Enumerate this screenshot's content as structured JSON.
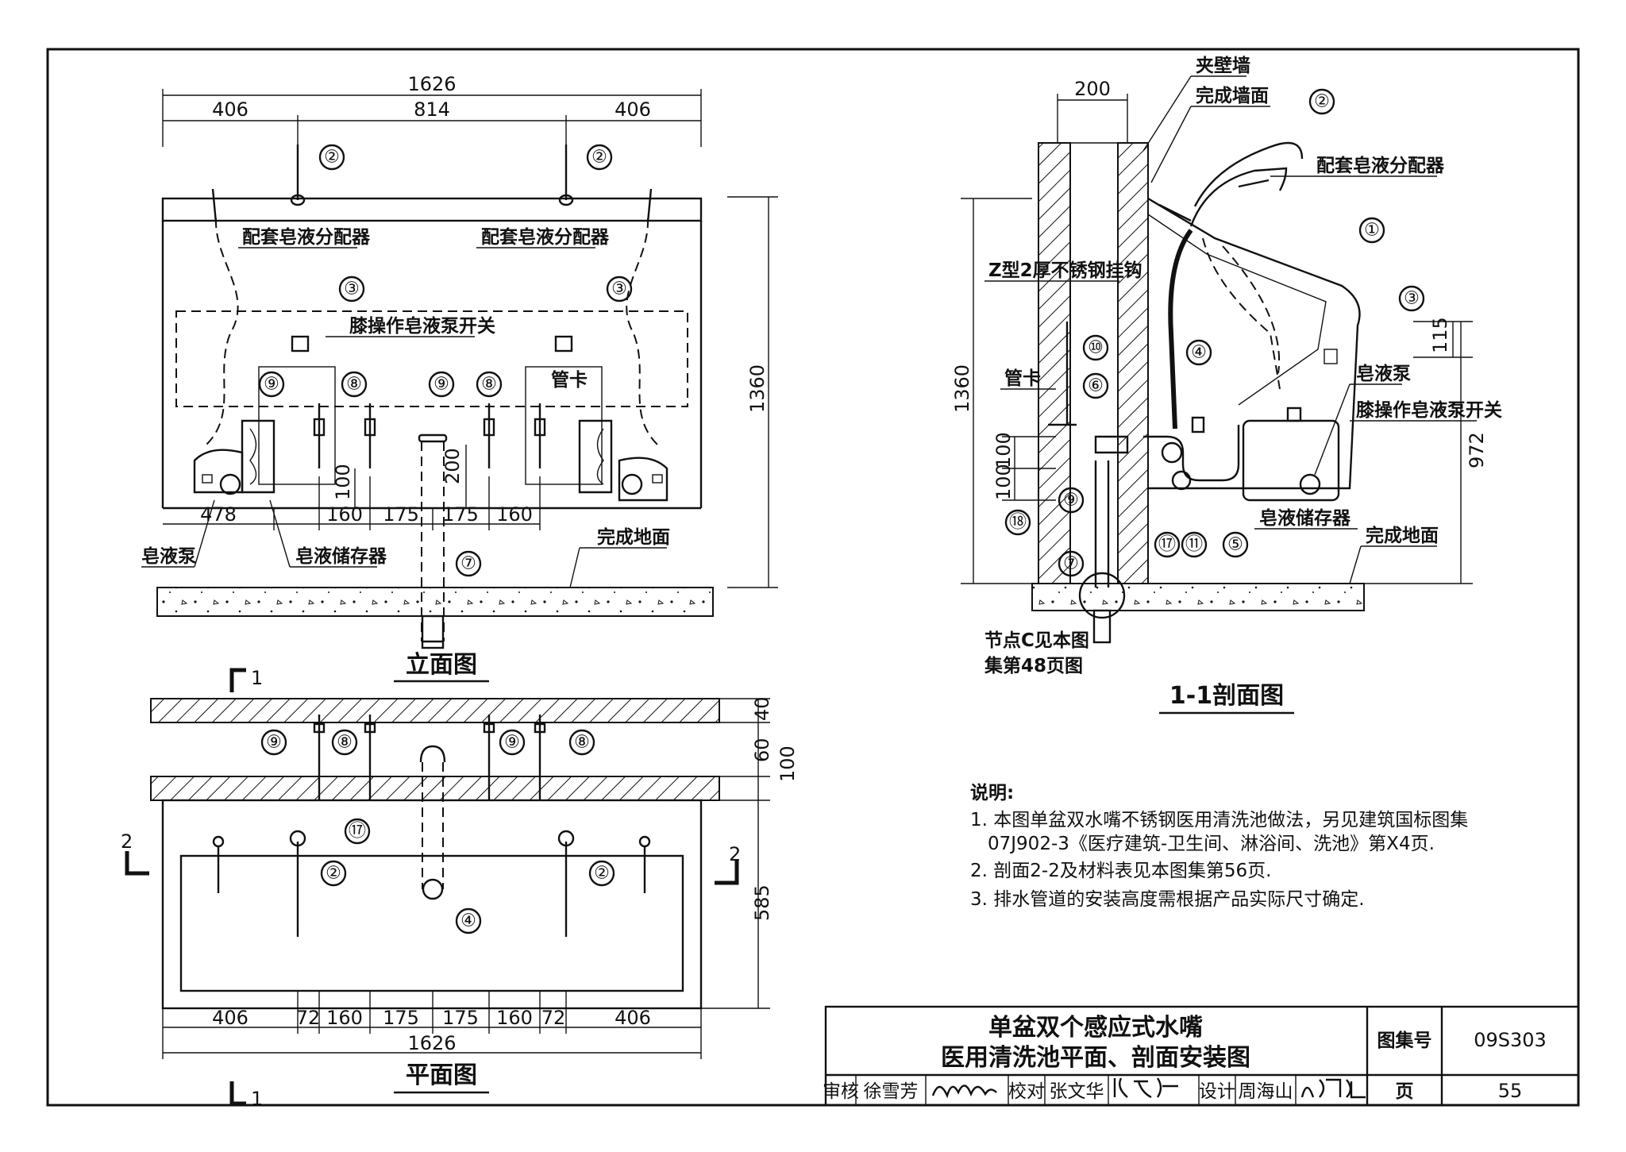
{
  "elevation": {
    "title": "立面图",
    "dims_top_total": "1626",
    "dims_top": [
      "406",
      "814",
      "406"
    ],
    "height_dim": "1360",
    "dims_bottom": [
      "478",
      "160",
      "175",
      "175",
      "160"
    ],
    "dim_200": "200",
    "dim_100": "100",
    "label_soap_dispenser_left": "配套皂液分配器",
    "label_soap_dispenser_right": "配套皂液分配器",
    "label_knee_switch": "膝操作皂液泵开关",
    "label_pipe_clamp": "管卡",
    "label_soap_pump": "皂液泵",
    "label_soap_storage": "皂液储存器",
    "label_floor": "完成地面",
    "callouts": [
      "②",
      "②",
      "③",
      "③",
      "⑨",
      "⑧",
      "⑨",
      "⑧",
      "⑦"
    ]
  },
  "plan": {
    "title": "平面图",
    "section_mark_1": "1",
    "section_mark_2": "2",
    "dims_right": [
      "40",
      "60",
      "100",
      "585"
    ],
    "dims_bottom": [
      "406",
      "72",
      "160",
      "175",
      "175",
      "160",
      "72",
      "406"
    ],
    "dims_bottom_total": "1626",
    "callouts": [
      "⑨",
      "⑧",
      "⑨",
      "⑧",
      "⑰",
      "②",
      "④",
      "②"
    ]
  },
  "section": {
    "title": "1-1剖面图",
    "dim_200": "200",
    "height_dim": "1360",
    "dim_115": "115",
    "dim_972": "972",
    "dims_left": [
      "100",
      "100"
    ],
    "label_cavity_wall": "夹壁墙",
    "label_finished_wall": "完成墙面",
    "label_soap_dispenser": "配套皂液分配器",
    "label_z_hook": "Z型2厚不锈钢挂钩",
    "label_pipe_clamp": "管卡",
    "label_soap_pump": "皂液泵",
    "label_knee_switch": "膝操作皂液泵开关",
    "label_soap_storage": "皂液储存器",
    "label_floor": "完成地面",
    "label_node_c_1": "节点C见本图",
    "label_node_c_2": "集第48页图",
    "callouts": [
      "②",
      "①",
      "③",
      "⑩",
      "④",
      "⑥",
      "⑱",
      "⑨",
      "⑰",
      "⑪",
      "⑤",
      "⑦"
    ]
  },
  "notes": {
    "heading": "说明:",
    "items": [
      "1. 本图单盆双水嘴不锈钢医用清洗池做法，另见建筑国标图集",
      "07J902-3《医疗建筑-卫生间、淋浴间、洗池》第X4页.",
      "2. 剖面2-2及材料表见本图集第56页.",
      "3. 排水管道的安装高度需根据产品实际尺寸确定."
    ]
  },
  "title_block": {
    "title_line1": "单盆双个感应式水嘴",
    "title_line2": "医用清洗池平面、剖面安装图",
    "atlas_label": "图集号",
    "atlas_no": "09S303",
    "page_label": "页",
    "page_no": "55",
    "review_label": "审核",
    "reviewer": "徐雪芳",
    "check_label": "校对",
    "checker": "张文华",
    "design_label": "设计",
    "designer": "周海山"
  }
}
